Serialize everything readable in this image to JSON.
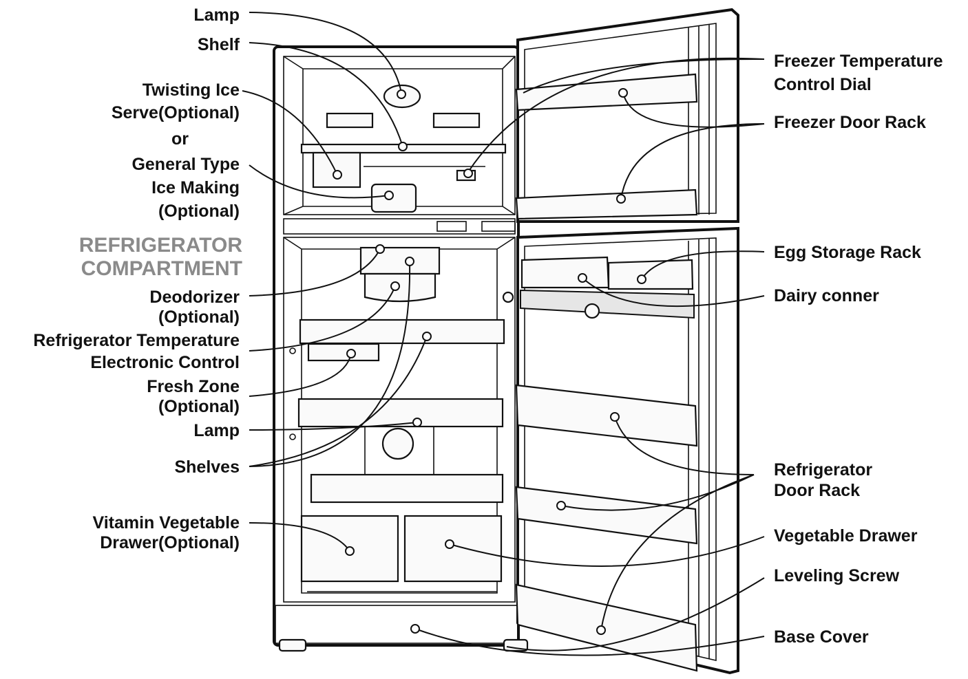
{
  "colors": {
    "ink": "#111111",
    "section": "#8a8a8a",
    "background": "#ffffff"
  },
  "section_heading": {
    "line1": "REFRIGERATOR",
    "line2": "COMPARTMENT"
  },
  "left_labels": {
    "lamp_top": "Lamp",
    "shelf": "Shelf",
    "twisting_ice_1": "Twisting Ice",
    "twisting_ice_2": "Serve(Optional)",
    "or": "or",
    "general_ice_1": "General Type",
    "general_ice_2": "Ice Making",
    "general_ice_3": "(Optional)",
    "deodorizer_1": "Deodorizer",
    "deodorizer_2": "(Optional)",
    "fridge_temp_1": "Refrigerator Temperature",
    "fridge_temp_2": "Electronic Control",
    "fresh_zone_1": "Fresh Zone",
    "fresh_zone_2": "(Optional)",
    "lamp_bottom": "Lamp",
    "shelves": "Shelves",
    "vitamin_1": "Vitamin Vegetable",
    "vitamin_2": "Drawer(Optional)"
  },
  "right_labels": {
    "freezer_temp_1": "Freezer Temperature",
    "freezer_temp_2": "Control Dial",
    "freezer_door_rack": "Freezer Door Rack",
    "egg_storage": "Egg Storage Rack",
    "dairy": "Dairy conner",
    "fridge_door_rack_1": "Refrigerator",
    "fridge_door_rack_2": "Door Rack",
    "vegetable_drawer": "Vegetable Drawer",
    "leveling_screw": "Leveling Screw",
    "base_cover": "Base Cover"
  }
}
